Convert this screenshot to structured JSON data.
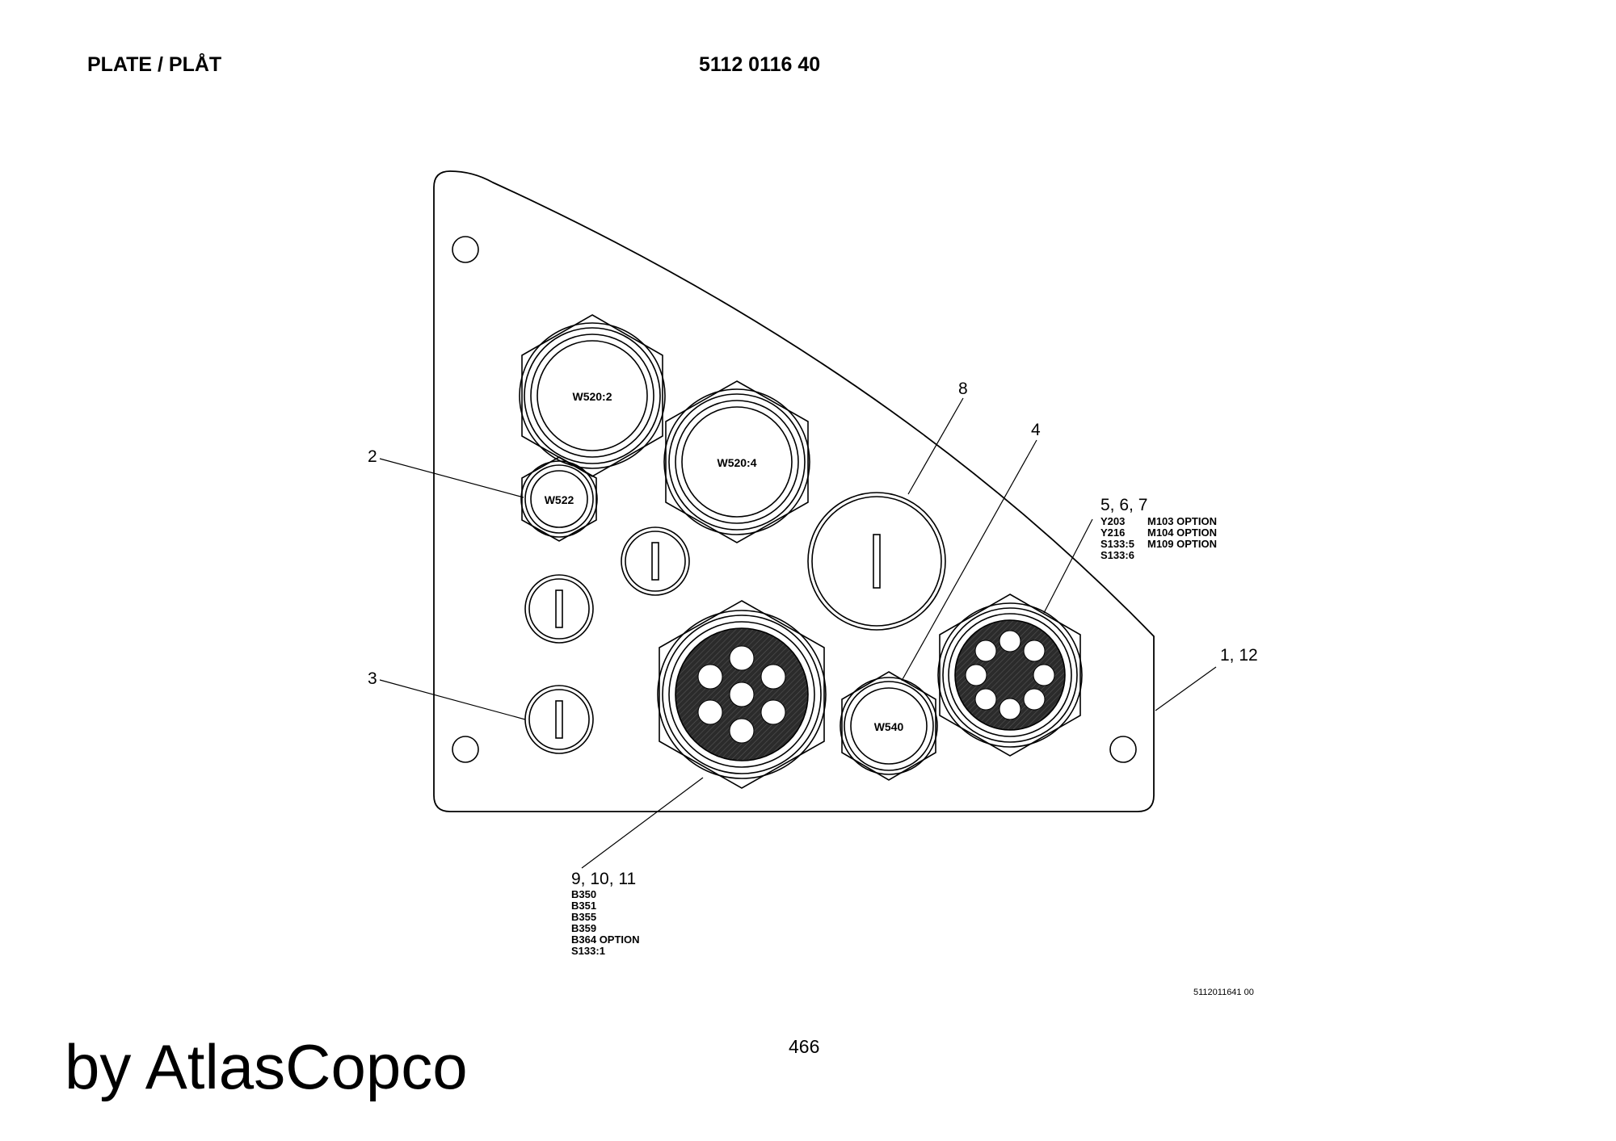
{
  "header": {
    "title": "PLATE / PLÅT",
    "part_number": "5112 0116 40"
  },
  "labels": {
    "w520_2": "W520:2",
    "w520_4": "W520:4",
    "w522": "W522",
    "w540": "W540"
  },
  "callouts": {
    "c2": "2",
    "c3": "3",
    "c4": "4",
    "c8": "8",
    "c567": "5, 6, 7",
    "c112": "1, 12",
    "c91011": "9, 10, 11"
  },
  "codes_567": {
    "left": [
      "Y203",
      "Y216",
      "S133:5",
      "S133:6"
    ],
    "right": [
      "M103 OPTION",
      "M104 OPTION",
      "M109 OPTION"
    ]
  },
  "codes_91011": [
    "B350",
    "B351",
    "B355",
    "B359",
    "B364 OPTION",
    "S133:1"
  ],
  "footer": {
    "drawing_number": "5112011641 00",
    "page_number": "466",
    "brand": "by AtlasCopco"
  }
}
